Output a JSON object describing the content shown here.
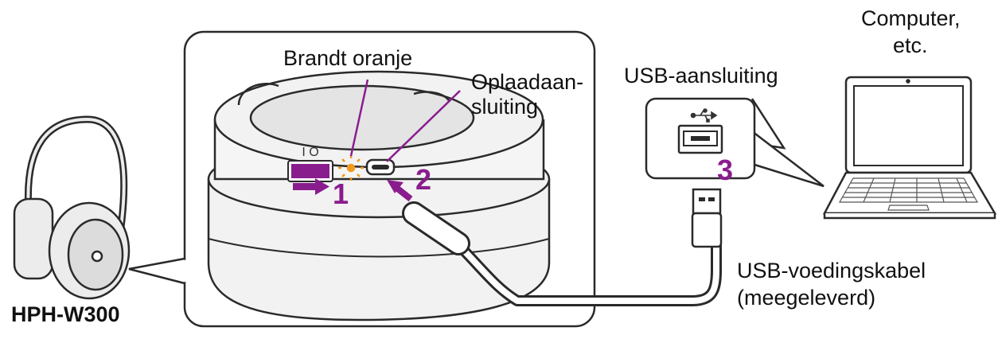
{
  "labels": {
    "led_status": "Brandt oranje",
    "charging_port_line1": "Oplaadaan-",
    "charging_port_line2": "sluiting",
    "usb_port": "USB-aansluiting",
    "computer_line1": "Computer,",
    "computer_line2": "etc.",
    "cable_line1": "USB-voedingskabel",
    "cable_line2": "(meegeleverd)",
    "model": "HPH-W300"
  },
  "steps": [
    "1",
    "2",
    "3"
  ],
  "icons": [
    "usb-symbol-icon",
    "led-glow-icon",
    "headphones-icon",
    "laptop-icon"
  ],
  "colors": {
    "accent": "#8a1d8e",
    "led": "#f29a1e",
    "line": "#2a2a2a",
    "device_fill": "#f2f2f2"
  }
}
